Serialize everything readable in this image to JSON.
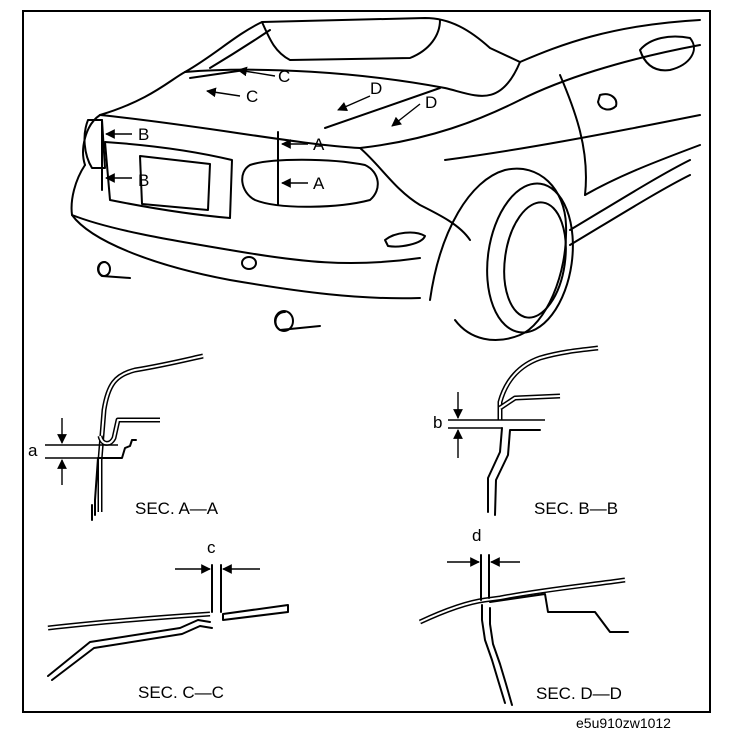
{
  "car_labels": {
    "a1": "A",
    "a2": "A",
    "b1": "B",
    "b2": "B",
    "c1": "C",
    "c2": "C",
    "d1": "D",
    "d2": "D"
  },
  "sections": {
    "a": {
      "title": "SEC. A—A",
      "dimension": "a"
    },
    "b": {
      "title": "SEC. B—B",
      "dimension": "b"
    },
    "c": {
      "title": "SEC. C—C",
      "dimension": "c"
    },
    "d": {
      "title": "SEC. D—D",
      "dimension": "d"
    }
  },
  "reference_code": "e5u910zw1012"
}
